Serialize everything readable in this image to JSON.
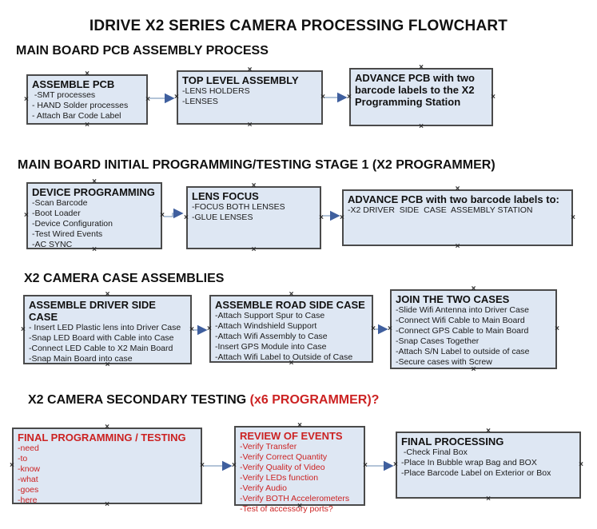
{
  "title": "IDRIVE X2  SERIES CAMERA PROCESSING FLOWCHART",
  "colors": {
    "box_fill": "#dee7f3",
    "box_border": "#4a4a4a",
    "arrow_line": "#9ab0cc",
    "arrow_head": "#3f5f9e",
    "red_text": "#cc2222"
  },
  "icons": {
    "connector_handle": "×"
  },
  "sections": [
    {
      "heading": "MAIN BOARD PCB ASSEMBLY PROCESS",
      "boxes": [
        {
          "title": "ASSEMBLE PCB",
          "items": [
            " -SMT processes",
            "- HAND Solder processes",
            "- Attach Bar Code Label"
          ]
        },
        {
          "title": "TOP LEVEL ASSEMBLY",
          "items": [
            "-LENS HOLDERS",
            "-LENSES"
          ]
        },
        {
          "title": "ADVANCE PCB with two barcode labels to the X2 Programming Station",
          "items": []
        }
      ]
    },
    {
      "heading": "MAIN BOARD INITIAL PROGRAMMING/TESTING STAGE 1 (X2 PROGRAMMER)",
      "boxes": [
        {
          "title": "DEVICE PROGRAMMING",
          "items": [
            "-Scan Barcode",
            "-Boot Loader",
            "-Device Configuration",
            "-Test Wired Events",
            "-AC SYNC"
          ]
        },
        {
          "title": "LENS FOCUS",
          "items": [
            "-FOCUS BOTH LENSES",
            "-GLUE LENSES"
          ]
        },
        {
          "title": "ADVANCE PCB with two barcode labels to:",
          "items": [
            "-X2 DRIVER  SIDE  CASE  ASSEMBLY STATION"
          ]
        }
      ]
    },
    {
      "heading": "X2 CAMERA CASE ASSEMBLIES",
      "boxes": [
        {
          "title": "ASSEMBLE DRIVER SIDE CASE",
          "items": [
            "- Insert LED Plastic lens into Driver Case",
            "-Snap LED Board with Cable into Case",
            "-Connect LED Cable to X2 Main Board",
            "-Snap Main Board into case"
          ]
        },
        {
          "title": "ASSEMBLE ROAD SIDE CASE",
          "items": [
            "-Attach Support Spur to Case",
            "-Attach Windshield Support",
            "-Attach Wifi Assembly to Case",
            "-Insert GPS Module into Case",
            "-Attach Wifi Label to Outside of Case"
          ]
        },
        {
          "title": "JOIN THE TWO CASES",
          "items": [
            "-Slide Wifi Antenna into Driver Case",
            "-Connect Wifi Cable to Main Board",
            "-Connect GPS Cable to Main Board",
            "-Snap Cases Together",
            "-Attach S/N Label to outside of case",
            "-Secure cases with Screw"
          ]
        }
      ]
    },
    {
      "heading": "X2 CAMERA SECONDARY TESTING ",
      "heading_red": "(x6 PROGRAMMER)?",
      "boxes": [
        {
          "title": "FINAL PROGRAMMING / TESTING",
          "items": [
            "-need",
            "-to",
            "-know",
            "-what",
            "-goes",
            "-here"
          ]
        },
        {
          "title": "REVIEW OF EVENTS",
          "items": [
            "-Verify Transfer",
            "-Verify Correct Quantity",
            "-Verify Quality of Video",
            "-Verify LEDs function",
            "-Verify Audio",
            "-Verify BOTH Accelerometers",
            "-Test of accessory ports?"
          ]
        },
        {
          "title": "FINAL PROCESSING",
          "items": [
            " -Check Final Box",
            "-Place In Bubble wrap Bag and BOX",
            "-Place Barcode Label on Exterior or Box"
          ]
        }
      ]
    }
  ]
}
